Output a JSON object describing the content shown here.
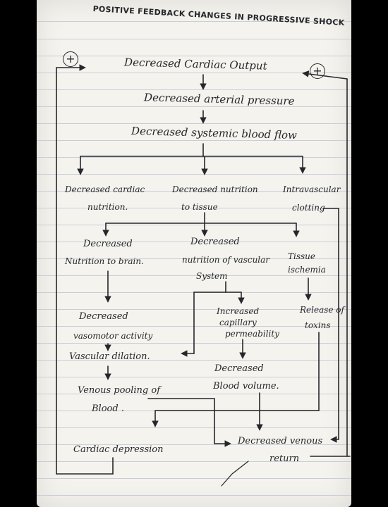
{
  "title": "POSITIVE FEEDBACK CHANGES IN PROGRESSIVE SHOCK",
  "nodes": {
    "cardiac_output": "Decreased Cardiac Output",
    "arterial_pressure": "Decreased arterial pressure",
    "systemic_flow": "Decreased systemic blood flow",
    "cardiac_nutrition_1": "Decreased cardiac",
    "cardiac_nutrition_2": "nutrition.",
    "tissue_nutrition_1": "Decreased nutrition",
    "tissue_nutrition_2": "to tissue",
    "clotting_1": "Intravascular",
    "clotting_2": "clotting",
    "brain_1": "Decreased",
    "brain_2": "Nutrition to brain.",
    "vascular_1": "Decreased",
    "vascular_2": "nutrition of vascular",
    "vascular_3": "System",
    "ischemia_1": "Tissue",
    "ischemia_2": "ischemia",
    "vasomotor_1": "Decreased",
    "vasomotor_2": "vasomotor activity",
    "dilation": "Vascular dilation.",
    "permeability_1": "Increased",
    "permeability_2": "capillary",
    "permeability_3": "permeability",
    "toxins_1": "Release of",
    "toxins_2": "toxins",
    "blood_volume_1": "Decreased",
    "blood_volume_2": "Blood volume.",
    "pooling_1": "Venous pooling of",
    "pooling_2": "Blood .",
    "cardiac_depression": "Cardiac depression",
    "venous_return_1": "Decreased venous",
    "venous_return_2": "return"
  },
  "feedback_signs": {
    "left": "+",
    "right": "+"
  },
  "colors": {
    "ink": "#26272b",
    "paper": "#f4f3ee",
    "rule": "#c9cdd6"
  }
}
